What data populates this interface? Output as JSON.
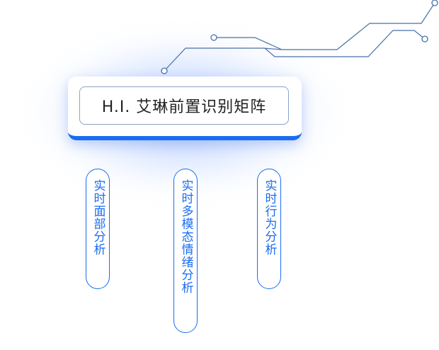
{
  "title": "H.I. 艾琳前置识别矩阵",
  "branches": [
    {
      "label": "实时面部分析"
    },
    {
      "label": "实时多模态情绪分析"
    },
    {
      "label": "实时行为分析"
    }
  ],
  "colors": {
    "accent": "#1a6cf2",
    "circuit": "#4a6fa8",
    "title_text": "#222222",
    "card_border": "#8aa3c8"
  }
}
